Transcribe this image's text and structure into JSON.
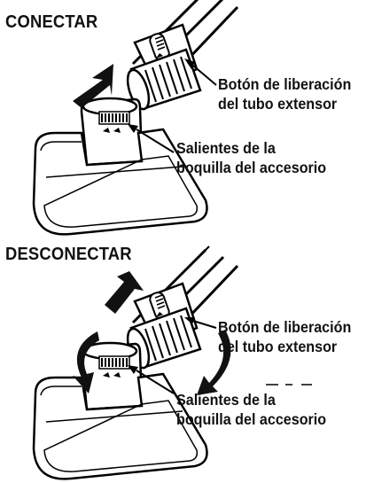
{
  "connect": {
    "heading": "CONECTAR",
    "release_button_label": [
      "Botón de liberación",
      "del tubo extensor"
    ],
    "tabs_label": [
      "Salientes de la",
      "boquilla del accesorio"
    ]
  },
  "disconnect": {
    "heading": "DESCONECTAR",
    "release_button_label": [
      "Botón de liberación",
      "del tubo extensor"
    ],
    "tabs_label": [
      "Salientes de la",
      "boquilla del accesorio"
    ]
  }
}
